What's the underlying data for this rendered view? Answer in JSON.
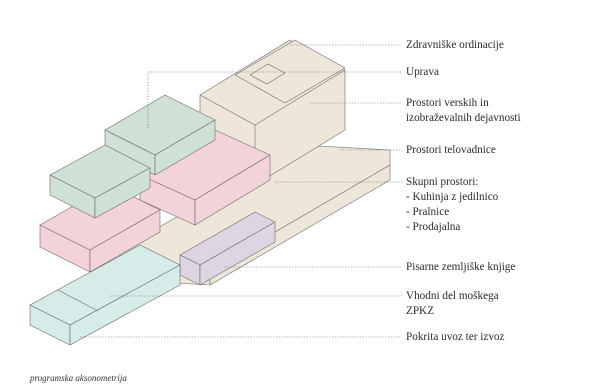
{
  "colors": {
    "beige": "#efe6da",
    "green": "#cfe0d5",
    "pink": "#f3d3d9",
    "purple": "#ddd5e2",
    "cyan": "#d6ece9"
  },
  "labels": [
    {
      "id": "zdravniske",
      "text": "Zdravniške ordinacije"
    },
    {
      "id": "uprava",
      "text": "Uprava"
    },
    {
      "id": "verski1",
      "text": "Prostori verskih in"
    },
    {
      "id": "verski2",
      "text": "izobraževalnih dejavnosti"
    },
    {
      "id": "telovadnice",
      "text": "Prostori telovadnice"
    },
    {
      "id": "skupni",
      "text": "Skupni prostori:"
    },
    {
      "id": "kuhinja",
      "text": "- Kuhinja z jedilnico"
    },
    {
      "id": "pralnice",
      "text": "- Pralnice"
    },
    {
      "id": "prodajalna",
      "text": "- Prodajalna"
    },
    {
      "id": "pisarne",
      "text": "Pisarne zemljiške knjige"
    },
    {
      "id": "vhodni1",
      "text": "Vhodni del moškega"
    },
    {
      "id": "vhodni2",
      "text": "ZPKZ"
    },
    {
      "id": "pokrita",
      "text": "Pokrita uvoz ter izvoz"
    }
  ],
  "caption": "programska aksonometrija"
}
